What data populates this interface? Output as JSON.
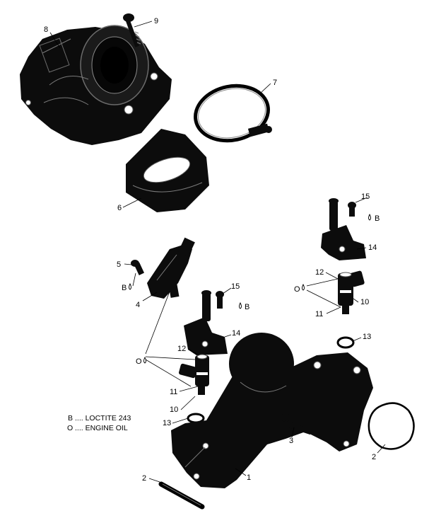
{
  "callouts": [
    "9",
    "8",
    "7",
    "6",
    "15",
    "14",
    "5",
    "4",
    "12",
    "10",
    "11",
    "15",
    "14",
    "12",
    "11",
    "10",
    "13",
    "13",
    "3",
    "2",
    "2",
    "1"
  ],
  "markers": {
    "oil_1": "O",
    "oil_2": "O",
    "loctite_5": "B",
    "loctite_15a": "B",
    "loctite_15b": "B"
  },
  "legend": [
    {
      "code": "B",
      "text": ".... LOCTITE 243"
    },
    {
      "code": "O",
      "text": ".... ENGINE OIL"
    }
  ]
}
